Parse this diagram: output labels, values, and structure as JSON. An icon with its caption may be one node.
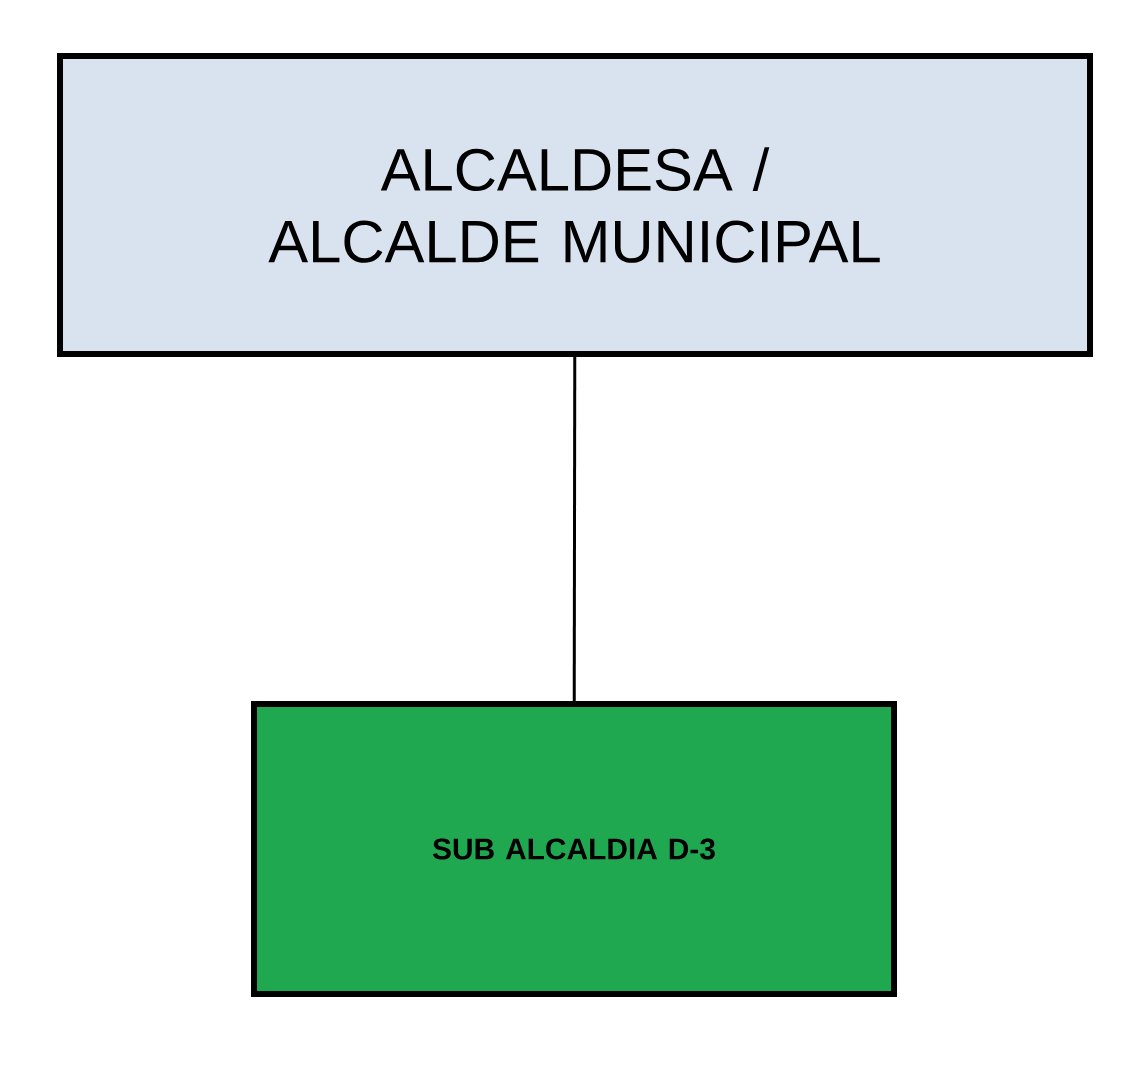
{
  "diagram": {
    "nodes": [
      {
        "text": [
          "ALCALDESA / ALCALDE MUNICIPAL"
        ]
      },
      {
        "text": [
          "SUB ALCALDIA D-3"
        ]
      }
    ],
    "edges": [
      {
        "from": 0,
        "to": 1,
        "arrow": "none"
      }
    ]
  }
}
